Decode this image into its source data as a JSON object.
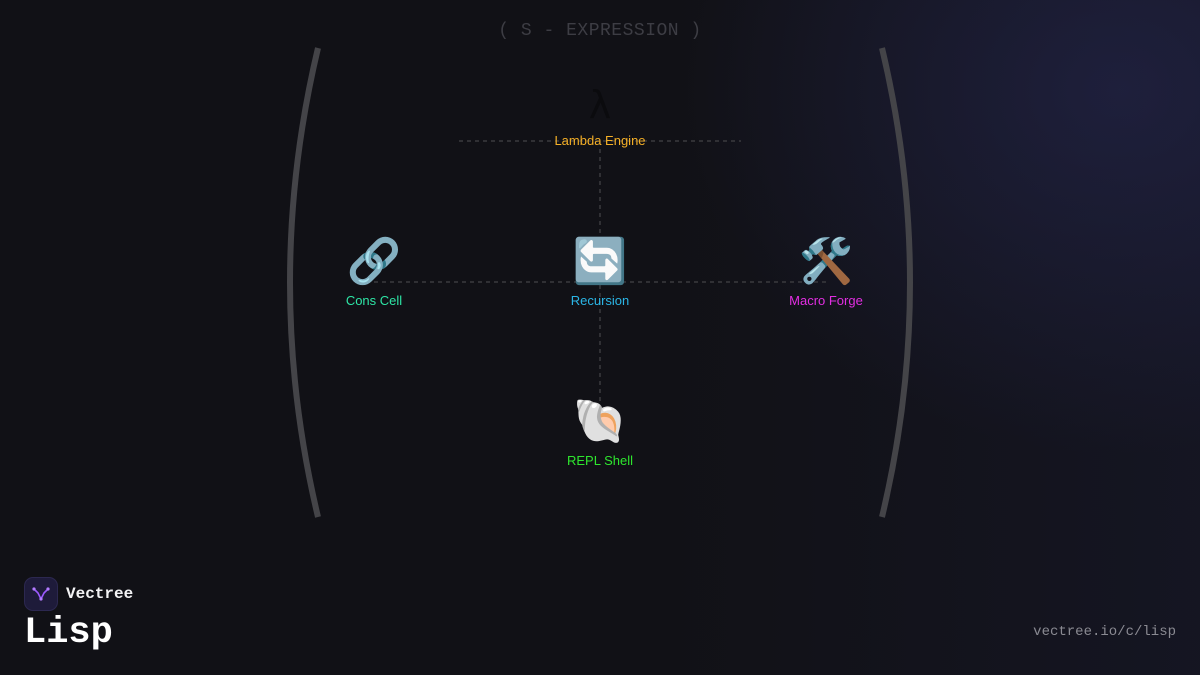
{
  "header": {
    "title": "( S - EXPRESSION )"
  },
  "nodes": {
    "lambda": {
      "icon": "λ",
      "icon_name": "lambda-icon",
      "label": "Lambda Engine",
      "color": "#f5b027"
    },
    "cons": {
      "icon": "🔗",
      "icon_name": "link-icon",
      "label": "Cons Cell",
      "color": "#2ee6a6"
    },
    "recursion": {
      "icon": "🔄",
      "icon_name": "recycle-arrows-icon",
      "label": "Recursion",
      "color": "#2bb6e6"
    },
    "macro": {
      "icon": "🛠️",
      "icon_name": "hammer-wrench-icon",
      "label": "Macro Forge",
      "color": "#e22ee2"
    },
    "repl": {
      "icon": "🐚",
      "icon_name": "shell-icon",
      "label": "REPL Shell",
      "color": "#2ee62e"
    }
  },
  "brand": {
    "name": "Vectree",
    "logo_icon": "vectree-logo-icon"
  },
  "page": {
    "title": "Lisp"
  },
  "footer": {
    "url": "vectree.io/c/lisp"
  }
}
